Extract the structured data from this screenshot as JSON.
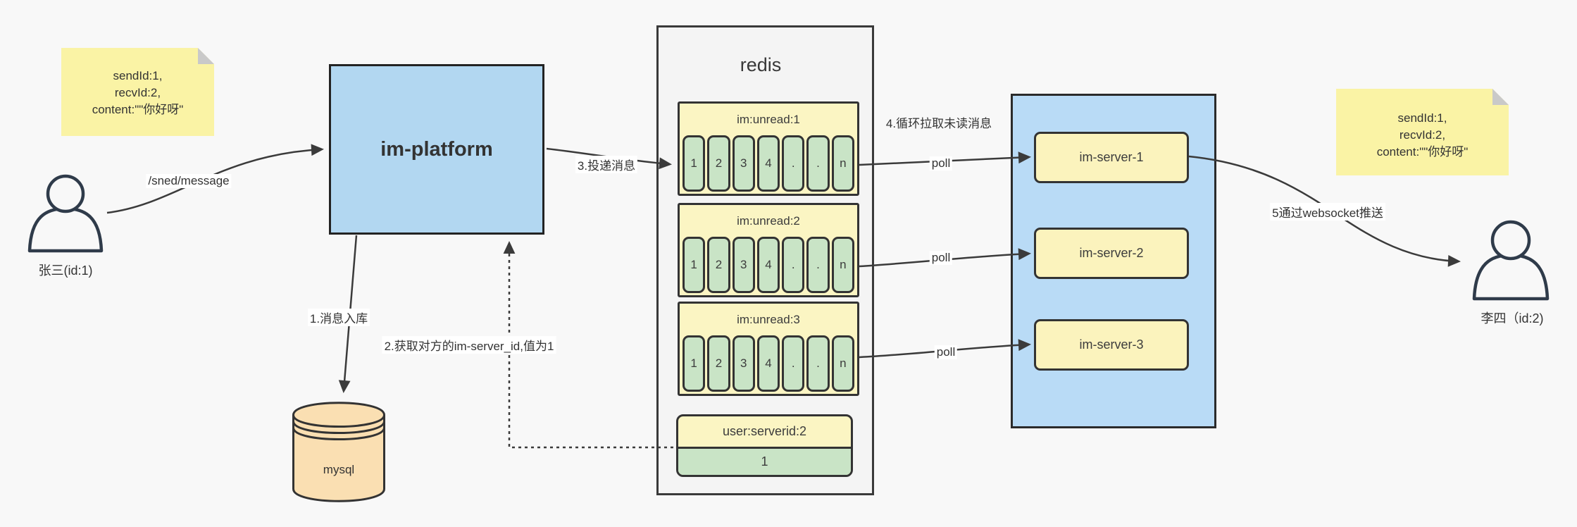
{
  "palette": {
    "background": "#f8f8f8",
    "note_yellow": "#faf3a5",
    "queue_yellow": "#fbf5c3",
    "server_yellow": "#fbf3bd",
    "cell_green": "#c9e4c6",
    "platform_blue": "#b2d7f1",
    "cluster_blue": "#b9dbf6",
    "container_gray": "#f4f4f4",
    "db_tan": "#fadfb2",
    "stroke_dark": "#3b3b3b"
  },
  "notes": {
    "left": {
      "lines": [
        "sendId:1,",
        "recvId:2,",
        "content:\"\"你好呀\""
      ]
    },
    "right": {
      "lines": [
        "sendId:1,",
        "recvId:2,",
        "content:\"\"你好呀\""
      ]
    }
  },
  "actors": {
    "sender": "张三(id:1)",
    "receiver": "李四（id:2)"
  },
  "platform": {
    "label": "im-platform"
  },
  "database": {
    "label": "mysql"
  },
  "redis": {
    "title": "redis",
    "queues": [
      {
        "name": "im:unread:1",
        "cells": [
          "1",
          "2",
          "3",
          "4",
          ".",
          ".",
          "n"
        ]
      },
      {
        "name": "im:unread:2",
        "cells": [
          "1",
          "2",
          "3",
          "4",
          ".",
          ".",
          "n"
        ]
      },
      {
        "name": "im:unread:3",
        "cells": [
          "1",
          "2",
          "3",
          "4",
          ".",
          ".",
          "n"
        ]
      }
    ],
    "kv": {
      "key": "user:serverid:2",
      "value": "1"
    }
  },
  "cluster": {
    "servers": [
      "im-server-1",
      "im-server-2",
      "im-server-3"
    ]
  },
  "edges": {
    "send": "/sned/message",
    "store": "1.消息入库",
    "get_server_id": "2.获取对方的im-server_id,值为1",
    "deliver": "3.投递消息",
    "pull": "4.循环拉取未读消息",
    "poll": "poll",
    "push": "5通过websocket推送"
  }
}
